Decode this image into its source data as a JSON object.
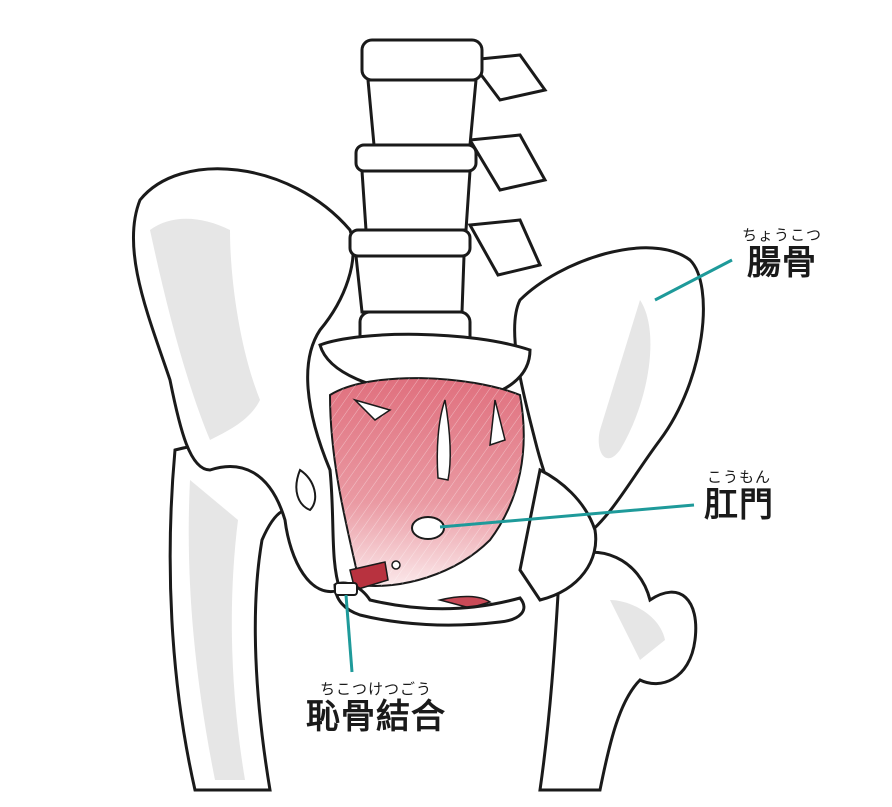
{
  "labels": {
    "ilium": {
      "ruby": "ちょうこつ",
      "text": "腸骨"
    },
    "anus": {
      "ruby": "こうもん",
      "text": "肛門"
    },
    "pubic_symphysis": {
      "ruby": "ちこつけつごう",
      "text": "恥骨結合"
    }
  },
  "colors": {
    "bone_fill": "#ffffff",
    "bone_outline": "#1a1a1a",
    "bone_shadow": "#e6e6e6",
    "muscle": "#e0707e",
    "muscle_dark": "#b8323f",
    "leader_line": "#1e9a9a"
  }
}
